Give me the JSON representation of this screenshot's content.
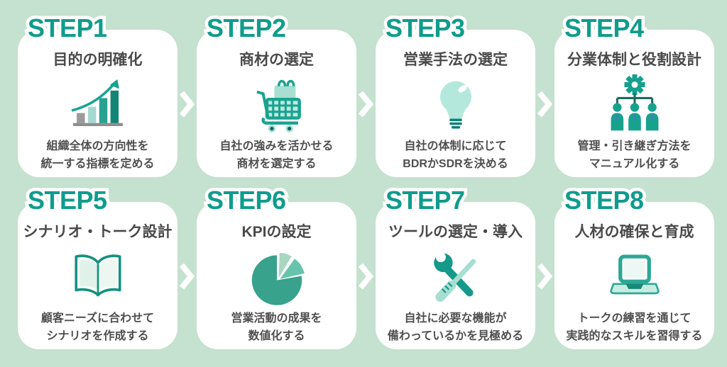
{
  "page": {
    "background_color": "#c5e1cf",
    "card_color": "#ffffff",
    "accent_color": "#0f9c8c",
    "text_color": "#4a4a4a",
    "arrow_color": "#ffffff"
  },
  "arrow": {
    "glyph": "chevron-right"
  },
  "steps": [
    {
      "label": "STEP1",
      "title": "目的の明確化",
      "icon": "growth-chart-icon",
      "desc_line1": "組織全体の方向性を",
      "desc_line2": "統一する指標を定める"
    },
    {
      "label": "STEP2",
      "title": "商材の選定",
      "icon": "shopping-cart-icon",
      "desc_line1": "自社の強みを活かせる",
      "desc_line2": "商材を選定する"
    },
    {
      "label": "STEP3",
      "title": "営業手法の選定",
      "icon": "lightbulb-icon",
      "desc_line1": "自社の体制に応じて",
      "desc_line2": "BDRかSDRを決める"
    },
    {
      "label": "STEP4",
      "title": "分業体制と役割設計",
      "icon": "team-hierarchy-icon",
      "desc_line1": "管理・引き継ぎ方法を",
      "desc_line2": "マニュアル化する"
    },
    {
      "label": "STEP5",
      "title": "シナリオ・トーク設計",
      "icon": "open-book-icon",
      "desc_line1": "顧客ニーズに合わせて",
      "desc_line2": "シナリオを作成する"
    },
    {
      "label": "STEP6",
      "title": "KPIの設定",
      "icon": "pie-chart-icon",
      "desc_line1": "営業活動の成果を",
      "desc_line2": "数値化する"
    },
    {
      "label": "STEP7",
      "title": "ツールの選定・導入",
      "icon": "tools-icon",
      "desc_line1": "自社に必要な機能が",
      "desc_line2": "備わっているかを見極める"
    },
    {
      "label": "STEP8",
      "title": "人材の確保と育成",
      "icon": "laptop-icon",
      "desc_line1": "トークの練習を通じて",
      "desc_line2": "実践的なスキルを習得する"
    }
  ]
}
